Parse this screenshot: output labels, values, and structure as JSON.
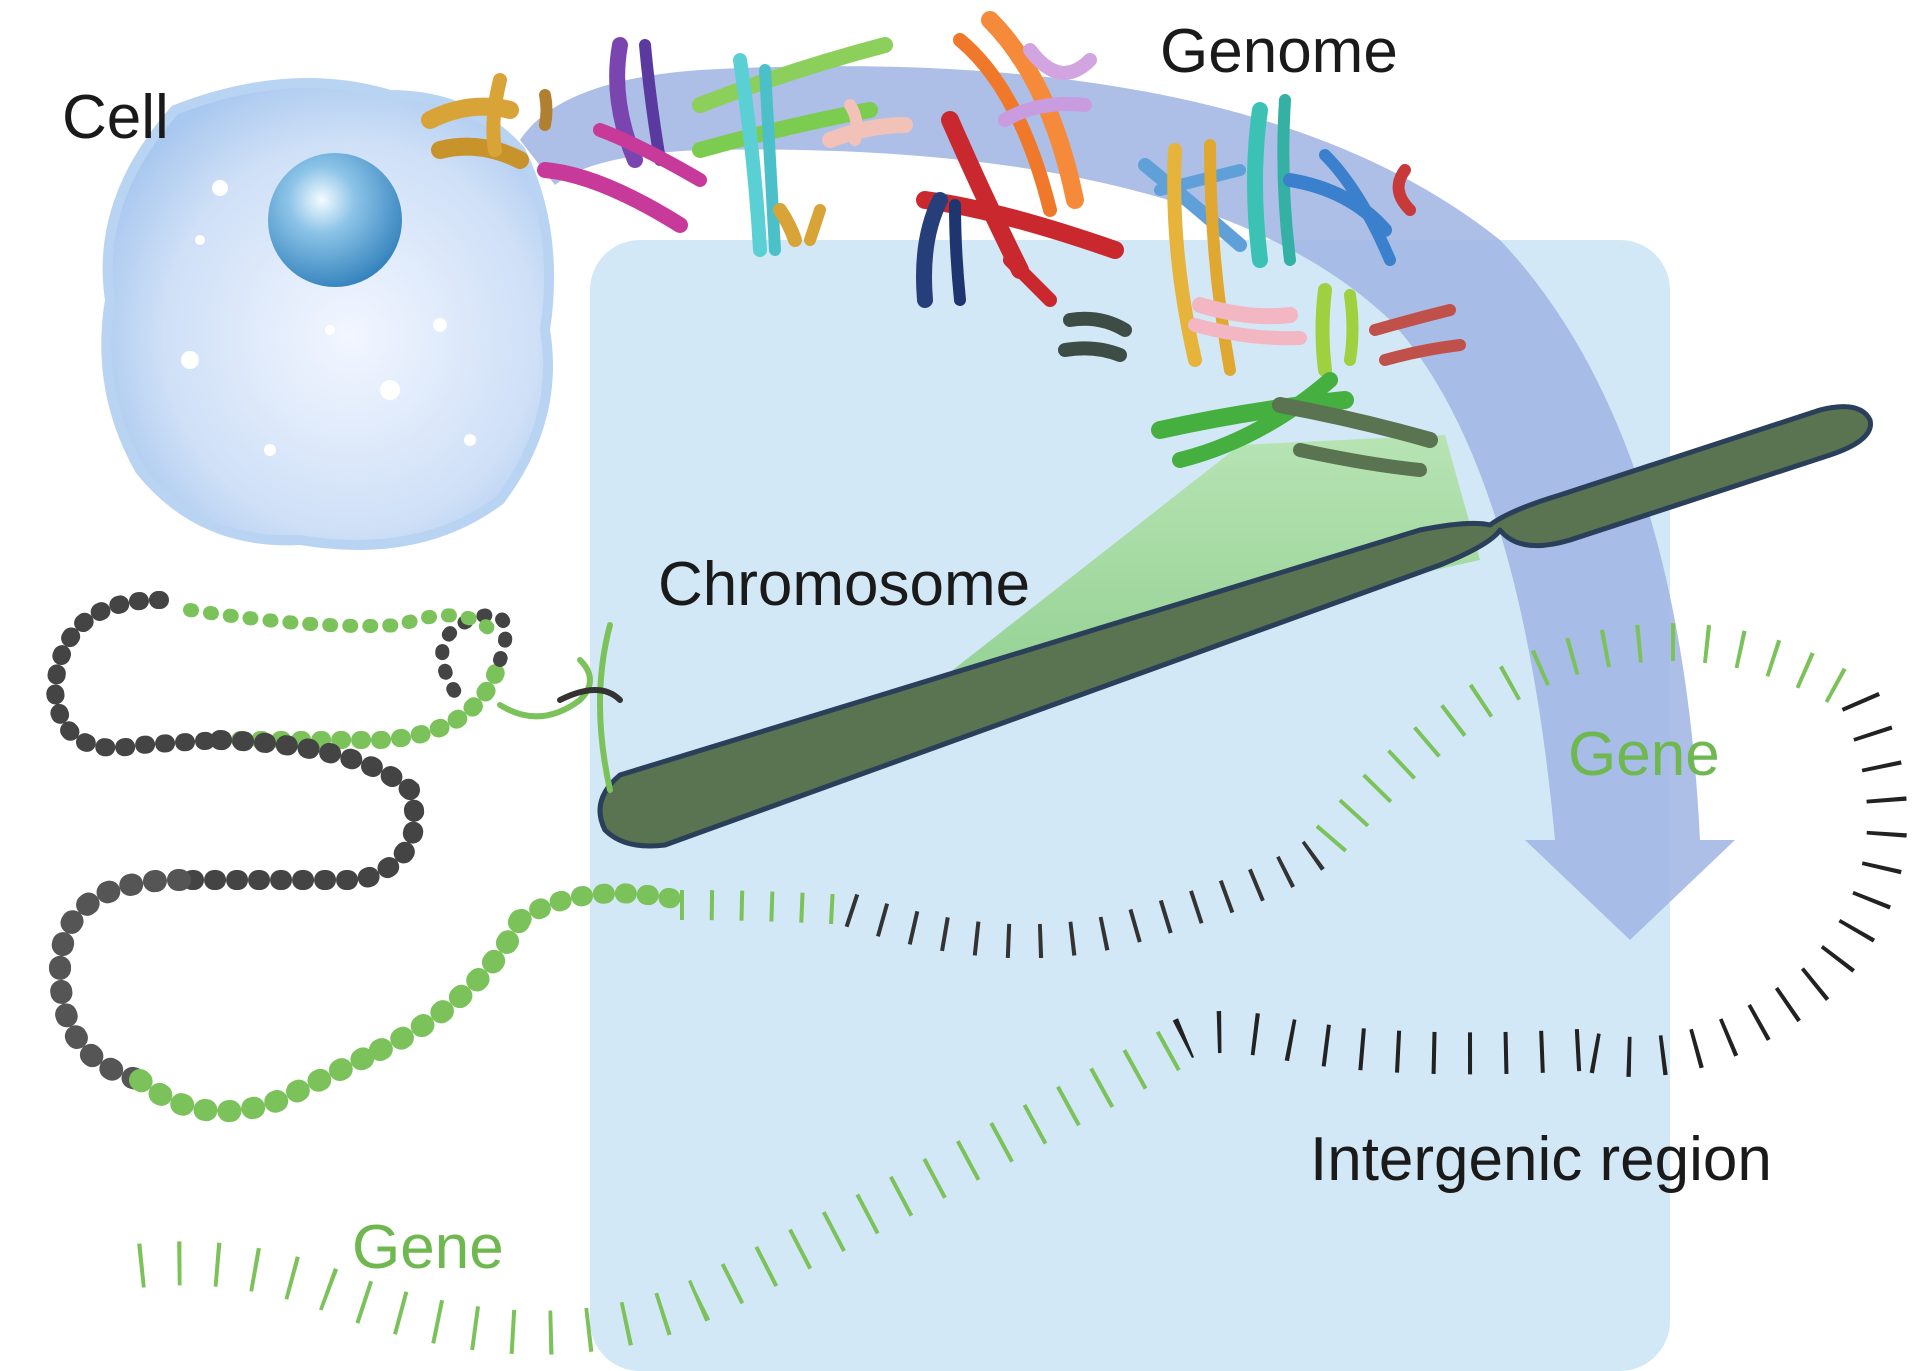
{
  "labels": {
    "cell": "Cell",
    "genome": "Genome",
    "chromosome": "Chromosome",
    "gene_right": "Gene",
    "gene_bottom": "Gene",
    "intergenic": "Intergenic region"
  },
  "colors": {
    "panel": "#d3e8f6",
    "arrow": "#9fb4e3",
    "funnel": "#9dd59a",
    "chromosome": "#5a7350",
    "chromosome_outline": "#2a3f5a",
    "gene": "#7cc25b",
    "intergenic": "#222222",
    "cell": "#cfe2f8",
    "nucleus": "#3e8fc6"
  },
  "icons": {
    "cell": "cell-icon",
    "nucleus": "nucleus-icon",
    "chromosome": "chromosome-icon",
    "dna": "dna-helix-icon"
  }
}
